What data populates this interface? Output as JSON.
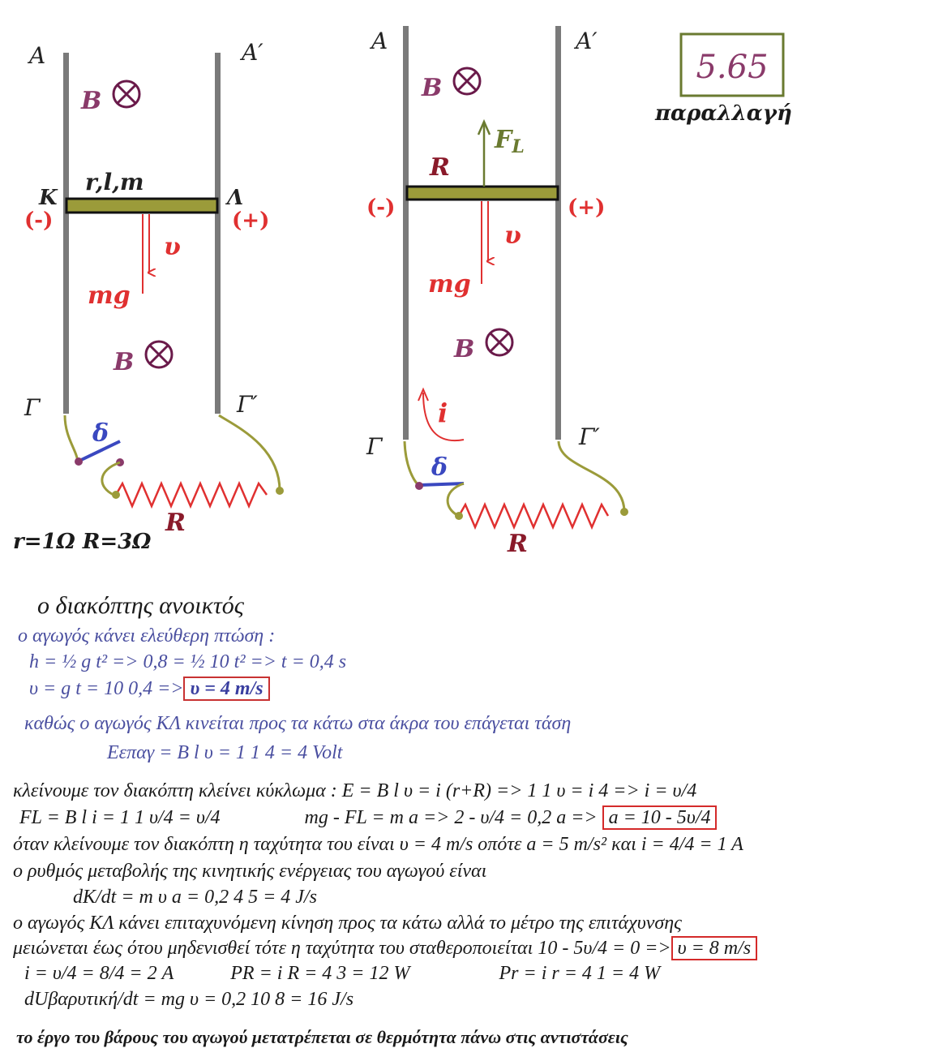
{
  "problem": {
    "number": "5.65",
    "subtitle": "παραλλαγή"
  },
  "colors": {
    "rail": "#7a7a7a",
    "bar": "#9b9b3a",
    "label_purple": "#8a3a6a",
    "red": "#e03030",
    "blue": "#3a48c0",
    "green": "#6a7a30",
    "dark_red": "#8a1a2a"
  },
  "fig1": {
    "A": "Α",
    "A2": "Α′",
    "G": "Γ",
    "G2": "Γ′",
    "B1": "B",
    "B2": "B",
    "K": "Κ",
    "L": "Λ",
    "rod": "r,l,m",
    "minus": "(-)",
    "plus": "(+)",
    "v": "υ",
    "mg": "mg",
    "delta": "δ",
    "R": "R",
    "values": "r=1Ω  R=3Ω"
  },
  "fig2": {
    "A": "Α",
    "A2": "Α′",
    "G": "Γ",
    "G2": "Γ′",
    "B1": "B",
    "B2": "B",
    "FL": "F",
    "FL_sub": "L",
    "R_rod": "R",
    "minus": "(-)",
    "plus": "(+)",
    "v": "υ",
    "mg": "mg",
    "i": "i",
    "delta": "δ",
    "R": "R"
  },
  "text": {
    "l1": "ο διακόπτης ανοικτός",
    "l2": "ο αγωγός κάνει ελεύθερη πτώση :",
    "l3": "h = ½ g t²  =>  0,8 = ½  10  t²   => t = 0,4 s",
    "l4a": "υ = g t = 10  0,4 =>",
    "l4b": "υ = 4 m/s",
    "l5": "καθώς ο αγωγός ΚΛ κινείται προς τα κάτω στα άκρα του επάγεται τάση",
    "l6": "Eεπαγ = B l υ = 1  1  4 = 4 Volt",
    "l7": "κλείνουμε τον διακόπτη  κλείνει κύκλωμα :  E  = B l υ = i (r+R)  =>  1 1 υ = i 4  => i = υ/4",
    "l8a": "FL = B l i = 1 1 υ/4 = υ/4",
    "l8b": "mg  -  FL = m a  =>  2  -  υ/4  =  0,2 a  =>",
    "l8c": "a = 10 - 5υ/4",
    "l9": "όταν κλείνουμε τον διακόπτη η ταχύτητα του είναι υ = 4 m/s  οπότε  a = 5 m/s² και  i = 4/4 = 1 A",
    "l10": "ο ρυθμός μεταβολής της κινητικής ενέργειας του αγωγού είναι",
    "l11": "dK/dt = m υ a = 0,2  4  5  = 4 J/s",
    "l12": "ο αγωγός ΚΛ κάνει επιταχυνόμενη κίνηση προς τα κάτω αλλά το μέτρο της επιτάχυνσης",
    "l13a": "μειώνεται έως ότου μηδενισθεί τότε η ταχύτητα του σταθεροποιείται 10 - 5υ/4 = 0 =>",
    "l13b": "υ = 8 m/s",
    "l14a": "i = υ/4 = 8/4 = 2 A",
    "l14b": "PR = i  R = 4  3 = 12 W",
    "l14c": "Pr = i  r = 4  1 = 4 W",
    "l15": "dUβαρυτική/dt =    mg υ  =    0,2  10  8  =   16 J/s",
    "l16": "το έργο του βάρους του αγωγού μετατρέπεται σε θερμότητα πάνω στις αντιστάσεις"
  }
}
